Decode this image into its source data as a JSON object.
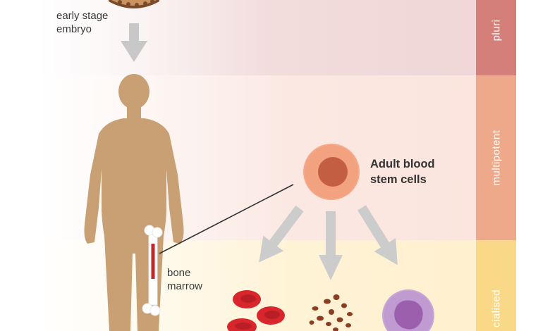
{
  "labels": {
    "embryo_line1": "early stage",
    "embryo_line2": "embryo",
    "stem_line1": "Adult blood",
    "stem_line2": "stem cells",
    "marrow_line1": "bone",
    "marrow_line2": "marrow"
  },
  "sidebar": {
    "top": "pluri",
    "middle": "multipotent",
    "bottom": "cialised"
  },
  "colors": {
    "pluripotent_band": "#d57f7a",
    "multipotent_band": "#eea98b",
    "specialised_band": "#f9d887",
    "human_figure": "#c9a073",
    "arrow": "#c8c8c8",
    "red_cell": "#d8262c",
    "platelet": "#8a3d1f",
    "white_cell": "#a877b8",
    "stem_cell": "#f2a07d"
  }
}
